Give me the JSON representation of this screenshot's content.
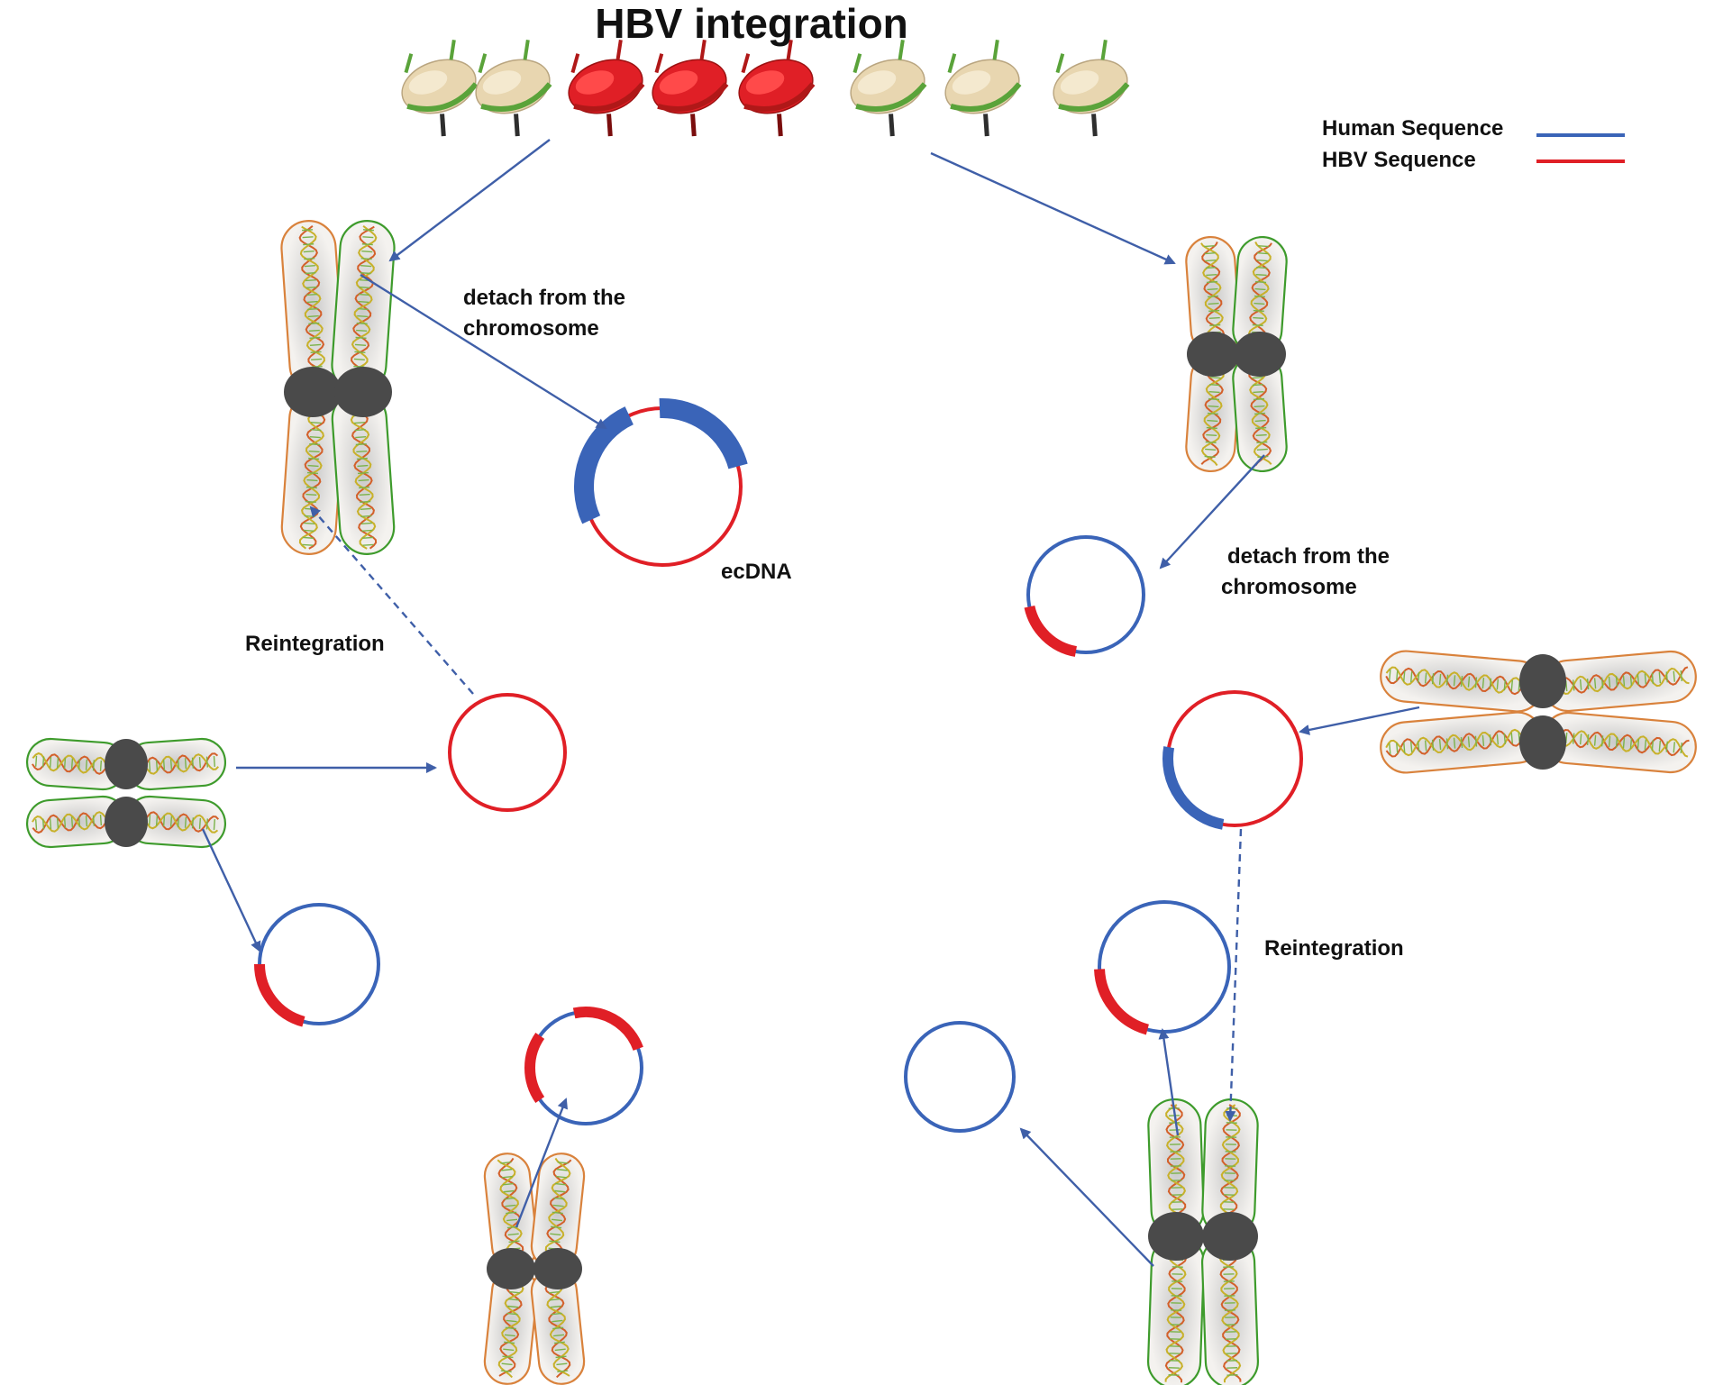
{
  "title": "HBV integration",
  "legend": {
    "human_label": "Human Sequence",
    "hbv_label": "HBV Sequence",
    "human_color": "#3a64b8",
    "hbv_color": "#e01f26"
  },
  "labels": {
    "detach_left_line1": "detach from the",
    "detach_left_line2": "chromosome",
    "detach_right_line1": "detach from the",
    "detach_right_line2": "chromosome",
    "ecdna": "ecDNA",
    "reintegration_left": "Reintegration",
    "reintegration_right": "Reintegration"
  },
  "colors": {
    "chromatid_orange": "#d9823c",
    "chromatid_green": "#3e9b2c",
    "centromere": "#4a4a4a",
    "arrow": "#3f5fa8"
  }
}
